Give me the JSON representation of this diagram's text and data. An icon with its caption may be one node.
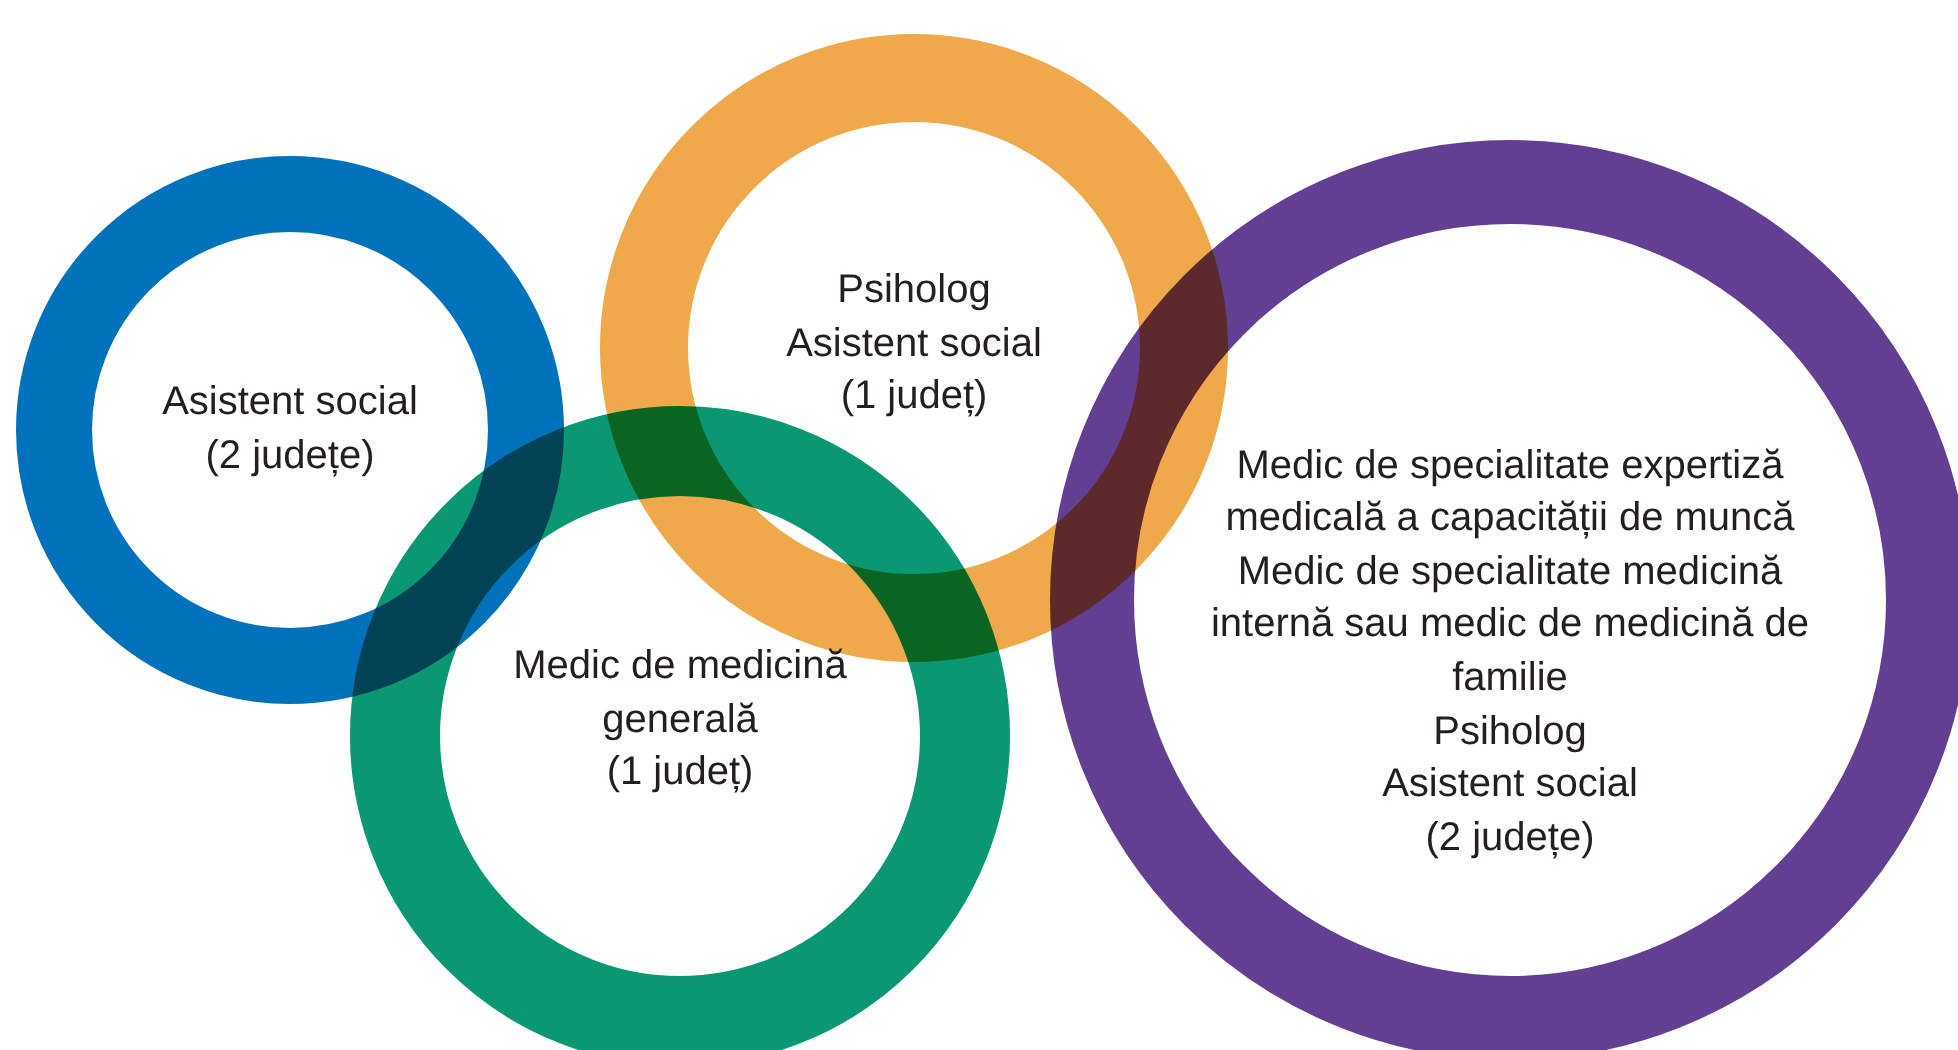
{
  "diagram": {
    "nodes": [
      {
        "text": [
          "Asistent social",
          "(2 județe)"
        ]
      },
      {
        "text": [
          "Psiholog",
          "Asistent social",
          "(1 județ)"
        ]
      },
      {
        "text": [
          "Medic de medicină generală",
          "(1 județ)"
        ]
      },
      {
        "text": [
          "Medic de specialitate expertiză medicală a capacității de muncă",
          "Medic de specialitate medicină internă sau medic de medicină de familie",
          "Psiholog",
          "Asistent social",
          "(2 județe)"
        ]
      }
    ]
  }
}
